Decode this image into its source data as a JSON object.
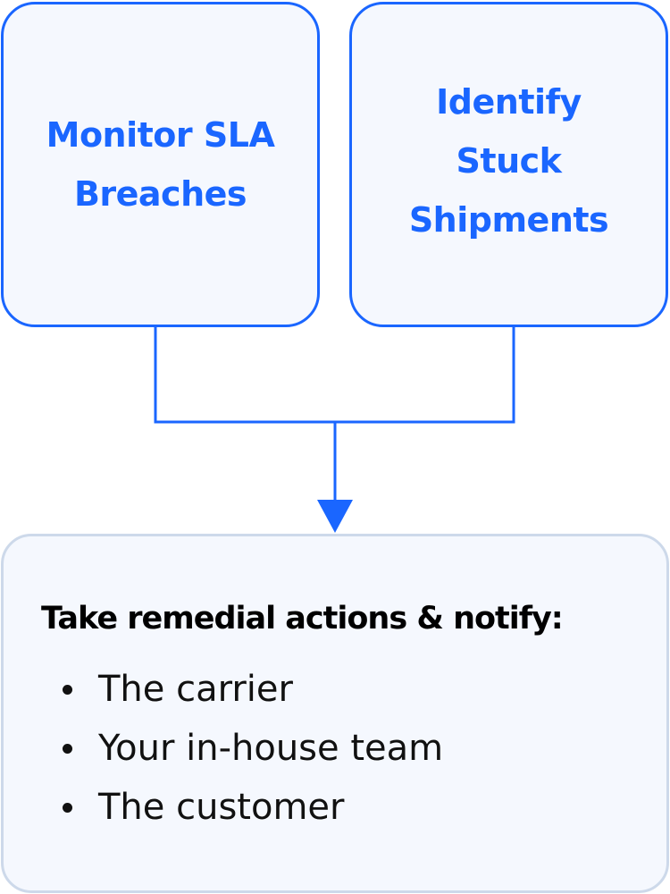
{
  "diagram": {
    "top_boxes": [
      {
        "label": "Monitor SLA\nBreaches"
      },
      {
        "label": "Identify\nStuck\nShipments"
      }
    ],
    "bottom_box": {
      "title": "Take remedial actions & notify:",
      "items": [
        "The carrier",
        "Your in-house team",
        "The customer"
      ]
    },
    "colors": {
      "accent": "#1a66ff",
      "box_fill": "#f5f8fe",
      "bottom_border": "#cdd9ea",
      "text": "#000000"
    }
  }
}
